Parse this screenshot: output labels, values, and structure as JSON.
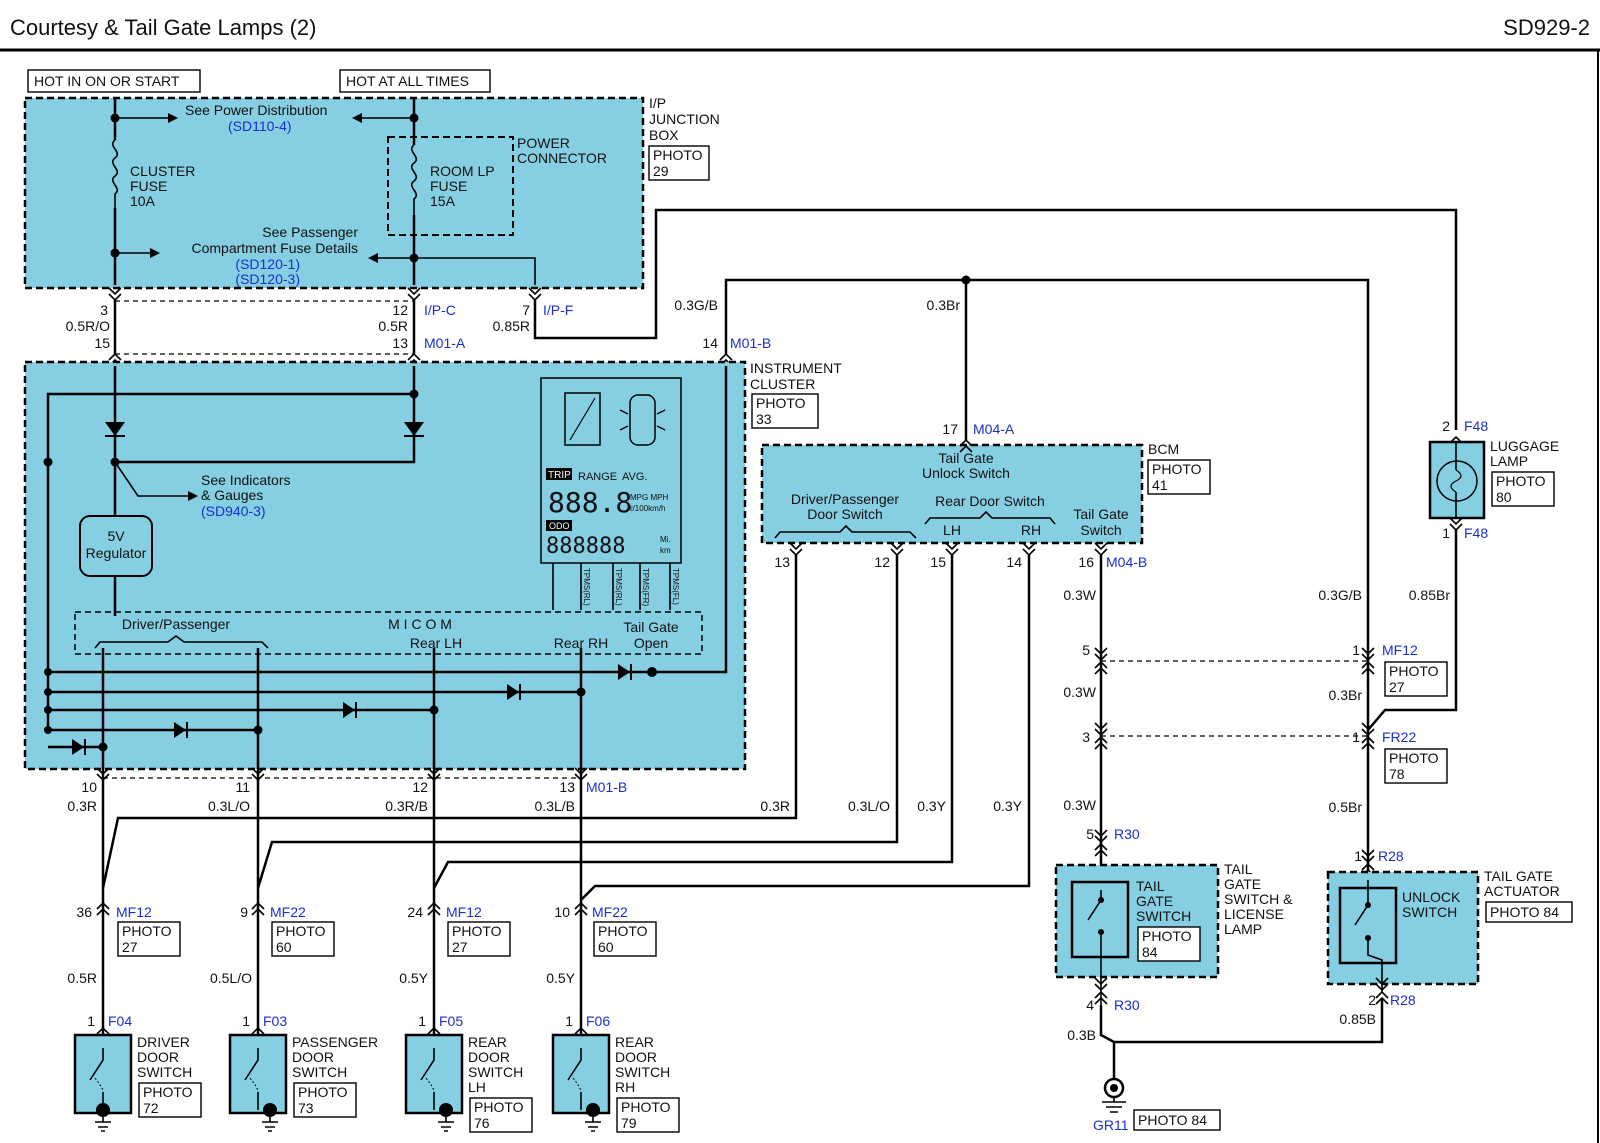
{
  "header": {
    "title": "Courtesy & Tail Gate Lamps (2)",
    "code": "SD929-2"
  },
  "supply": {
    "hot_on": "HOT IN ON OR START",
    "hot_all": "HOT AT ALL TIMES"
  },
  "ipjb": {
    "label": [
      "I/P",
      "JUNCTION",
      "BOX"
    ],
    "photo": [
      "PHOTO",
      "29"
    ],
    "see_power": "See Power Distribution",
    "see_power_ref": "(SD110-4)",
    "cluster_fuse": [
      "CLUSTER",
      "FUSE",
      "10A"
    ],
    "room_fuse": [
      "ROOM LP",
      "FUSE",
      "15A"
    ],
    "power_conn": [
      "POWER",
      "CONNECTOR"
    ],
    "see_pass": [
      "See Passenger",
      "Compartment Fuse Details"
    ],
    "see_pass_refs": [
      "(SD120-1)",
      "(SD120-3)"
    ]
  },
  "ip_pins": {
    "p3": "3",
    "p12": "12",
    "p7": "7",
    "ipc": "I/P-C",
    "ipf": "I/P-F",
    "w05ro": "0.5R/O",
    "w05r": "0.5R",
    "w085r": "0.85R",
    "w03gb": "0.3G/B",
    "w03br": "0.3Br",
    "p15": "15",
    "p13": "13",
    "m01a": "M01-A",
    "p14": "14",
    "m01b": "M01-B"
  },
  "cluster": {
    "label": [
      "INSTRUMENT",
      "CLUSTER"
    ],
    "photo": [
      "PHOTO",
      "33"
    ],
    "see_ind": [
      "See Indicators",
      "& Gauges"
    ],
    "see_ind_ref": "(SD940-3)",
    "reg": [
      "5V",
      "Regulator"
    ],
    "micom": "M I C O M",
    "drv": "Driver/Passenger",
    "rearlh": "Rear LH",
    "rearrh": "Rear RH",
    "tail": [
      "Tail Gate",
      "Open"
    ],
    "lcd": {
      "trip": "TRIP",
      "range": "RANGE",
      "avg": "AVG.",
      "digits": "888.8",
      "unit1": "MPG MPH",
      "unit2": "ℓ/100km/h",
      "odo": "ODO",
      "odo_digits": "888888",
      "unit3": "Mi.",
      "unit4": "km",
      "tpms": [
        "TPMS(FL)",
        "TPMS(FR)",
        "TPMS(RL)",
        "TPMS(RL)"
      ]
    }
  },
  "bcm": {
    "label": "BCM",
    "photo": [
      "PHOTO",
      "41"
    ],
    "p17": "17",
    "m04a": "M04-A",
    "tg_unlock": [
      "Tail Gate",
      "Unlock Switch"
    ],
    "dp": [
      "Driver/Passenger",
      "Door Switch"
    ],
    "rear": "Rear Door Switch",
    "lh": "LH",
    "rh": "RH",
    "tg_sw": [
      "Tail Gate",
      "Switch"
    ],
    "pins": [
      "13",
      "12",
      "15",
      "14",
      "16"
    ],
    "m04b": "M04-B"
  },
  "m01b_bottom": {
    "pins": [
      "10",
      "11",
      "12",
      "13"
    ],
    "conn": "M01-B",
    "wires": [
      "0.3R",
      "0.3L/O",
      "0.3R/B",
      "0.3L/B"
    ]
  },
  "bcm_wires": [
    "0.3R",
    "0.3L/O",
    "0.3Y",
    "0.3Y"
  ],
  "mid_conn": [
    {
      "pin": "36",
      "conn": "MF12",
      "photo": [
        "PHOTO",
        "27"
      ],
      "wire": "0.5R"
    },
    {
      "pin": "9",
      "conn": "MF22",
      "photo": [
        "PHOTO",
        "60"
      ],
      "wire": "0.5L/O"
    },
    {
      "pin": "24",
      "conn": "MF12",
      "photo": [
        "PHOTO",
        "27"
      ],
      "wire": "0.5Y"
    },
    {
      "pin": "10",
      "conn": "MF22",
      "photo": [
        "PHOTO",
        "60"
      ],
      "wire": "0.5Y"
    }
  ],
  "switches": [
    {
      "pin": "1",
      "conn": "F04",
      "name": [
        "DRIVER",
        "DOOR",
        "SWITCH"
      ],
      "photo": [
        "PHOTO",
        "72"
      ]
    },
    {
      "pin": "1",
      "conn": "F03",
      "name": [
        "PASSENGER",
        "DOOR",
        "SWITCH"
      ],
      "photo": [
        "PHOTO",
        "73"
      ]
    },
    {
      "pin": "1",
      "conn": "F05",
      "name": [
        "REAR",
        "DOOR",
        "SWITCH",
        "LH"
      ],
      "photo": [
        "PHOTO",
        "76"
      ]
    },
    {
      "pin": "1",
      "conn": "F06",
      "name": [
        "REAR",
        "DOOR",
        "SWITCH",
        "RH"
      ],
      "photo": [
        "PHOTO",
        "79"
      ]
    }
  ],
  "tg_path": {
    "w1": "0.3W",
    "mf5": "5",
    "w2": "0.3W",
    "fr3": "3",
    "w3": "0.3W",
    "r30a": "5",
    "r30": "R30",
    "r30b": "4",
    "w4": "0.3B",
    "tgsw": [
      "TAIL",
      "GATE",
      "SWITCH"
    ],
    "tgsw_photo": [
      "PHOTO",
      "84"
    ],
    "tgsl": [
      "TAIL",
      "GATE",
      "SWITCH &",
      "LICENSE",
      "LAMP"
    ],
    "gr11": "GR11",
    "gr_photo": "PHOTO 84"
  },
  "right": {
    "w1": "0.3G/B",
    "mf1": "1",
    "mf12": "MF12",
    "mf_photo": [
      "PHOTO",
      "27"
    ],
    "w2": "0.3Br",
    "fr1": "1",
    "fr22": "FR22",
    "fr_photo": [
      "PHOTO",
      "78"
    ],
    "w3": "0.5Br",
    "r28a": "1",
    "r28": "R28",
    "r28b": "2",
    "w4": "0.85B",
    "unlock": [
      "UNLOCK",
      "SWITCH"
    ],
    "tga": [
      "TAIL GATE",
      "ACTUATOR"
    ],
    "tga_photo": "PHOTO 84",
    "lug": [
      "LUGGAGE",
      "LAMP"
    ],
    "lug_photo": [
      "PHOTO",
      "80"
    ],
    "f48a": "2",
    "f48b": "1",
    "f48": "F48",
    "w5": "0.85Br"
  }
}
